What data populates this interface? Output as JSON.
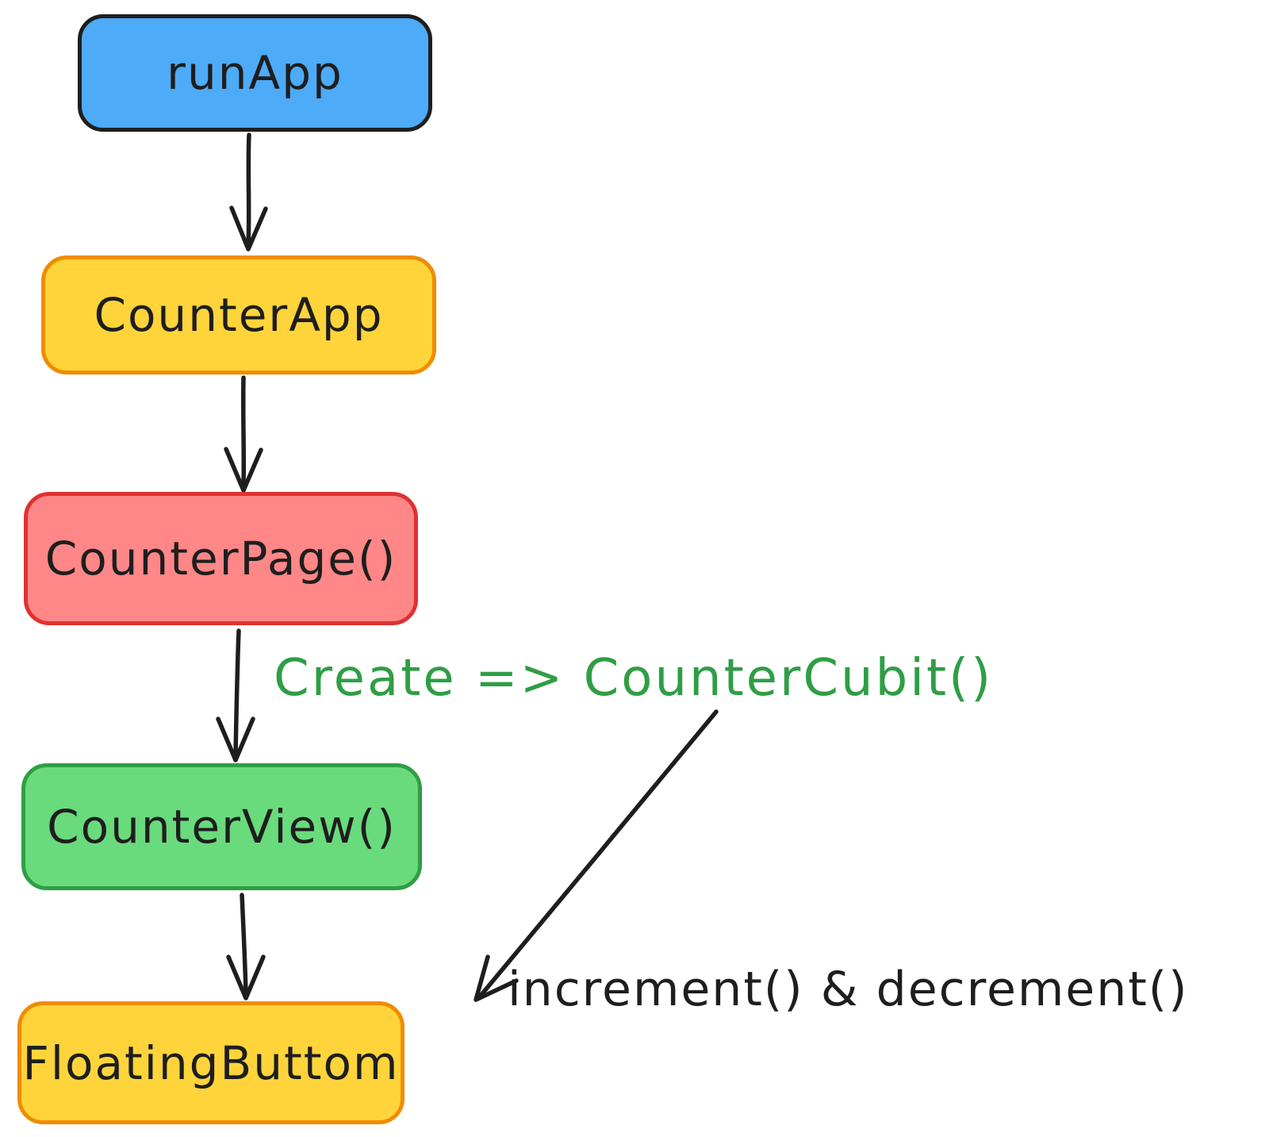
{
  "diagram": {
    "type": "flowchart",
    "background": "#ffffff",
    "arrow_color": "#1e1e1e",
    "nodes": [
      {
        "id": "runApp",
        "label": "runApp",
        "fill": "#4dabf7",
        "border": "#1e1e1e",
        "text_color": "#1e1e1e"
      },
      {
        "id": "CounterApp",
        "label": "CounterApp",
        "fill": "#ffd43b",
        "border": "#f08c00",
        "text_color": "#1e1e1e"
      },
      {
        "id": "CounterPage",
        "label": "CounterPage()",
        "fill": "#ff8787",
        "border": "#e03131",
        "text_color": "#1e1e1e"
      },
      {
        "id": "CounterView",
        "label": "CounterView()",
        "fill": "#69db7c",
        "border": "#2f9e44",
        "text_color": "#1e1e1e"
      },
      {
        "id": "FloatingButtom",
        "label": "FloatingButtom",
        "fill": "#ffd43b",
        "border": "#f08c00",
        "text_color": "#1e1e1e"
      }
    ],
    "edges": [
      {
        "from": "runApp",
        "to": "CounterApp"
      },
      {
        "from": "CounterApp",
        "to": "CounterPage"
      },
      {
        "from": "CounterPage",
        "to": "CounterView"
      },
      {
        "from": "CounterView",
        "to": "FloatingButtom"
      },
      {
        "from": "CounterCubit()",
        "to": "FloatingButtom"
      }
    ],
    "annotations": [
      {
        "id": "create-countercubit",
        "text": "Create => CounterCubit()",
        "color": "#2f9e44"
      },
      {
        "id": "increment-decrement",
        "text": "increment() & decrement()",
        "color": "#1e1e1e"
      }
    ]
  }
}
